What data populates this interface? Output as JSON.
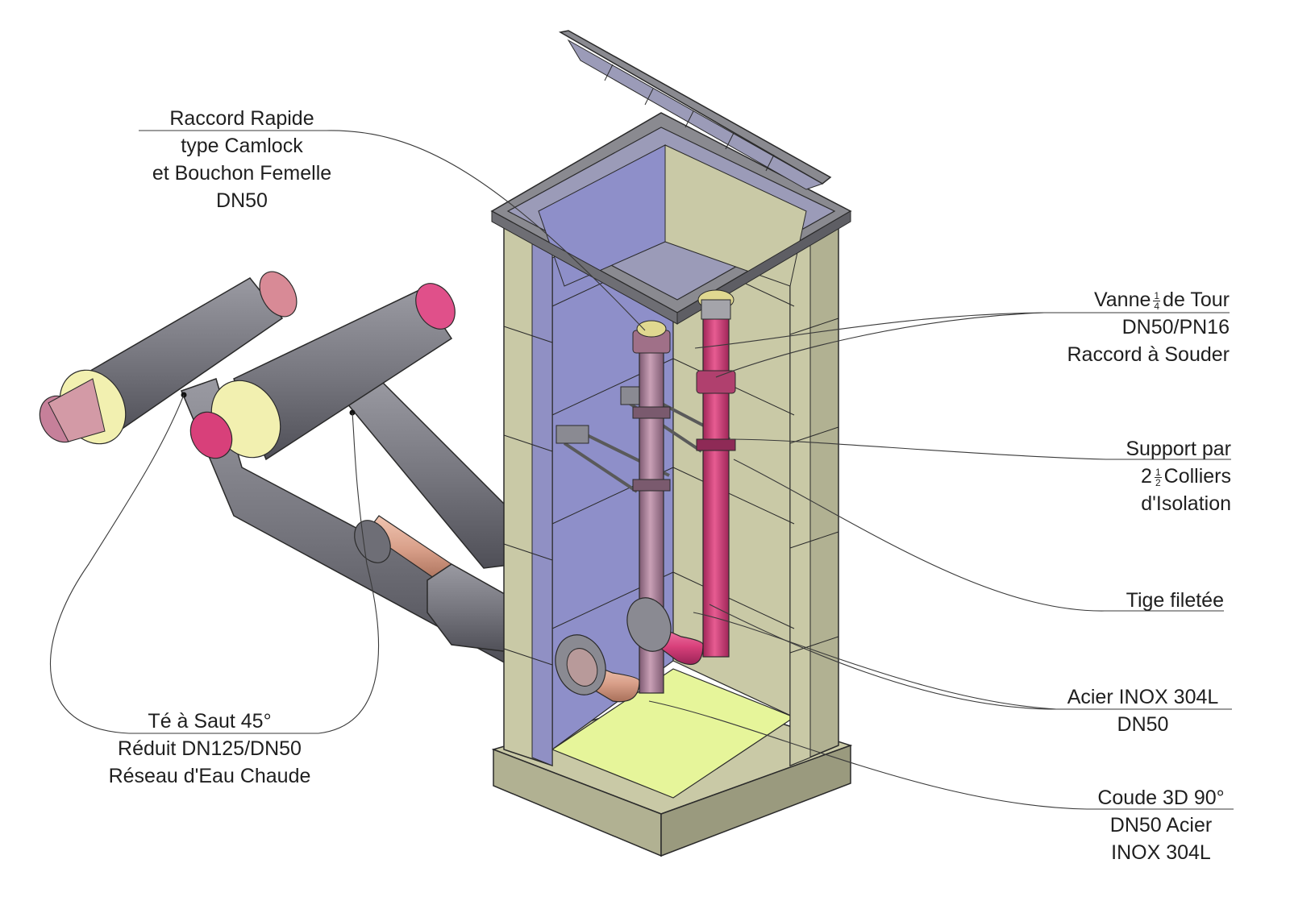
{
  "colors": {
    "chamber_wall": "#c9c9a6",
    "chamber_shadow": "#9a9a7e",
    "chamber_interior": "#8e8fc9",
    "chamber_floor": "#e6f59a",
    "insulation_jacket": "#7c7c84",
    "insulation_foam": "#f2f0b0",
    "pipe_copper": "#d9a08a",
    "pipe_hot": "#d8407a",
    "pipe_inox": "#b98aa3",
    "leader_line": "#3a3a3a"
  },
  "labels": {
    "raccord_rapide": {
      "lines": [
        "Raccord Rapide",
        "type Camlock",
        "et Bouchon Femelle",
        "DN50"
      ]
    },
    "vanne": {
      "line1_before": "Vanne",
      "frac_num": "1",
      "frac_den": "4",
      "line1_after": "de Tour",
      "line2": "DN50/PN16",
      "line3": "Raccord à Souder"
    },
    "support": {
      "line1": "Support par",
      "line2_before": "2",
      "frac_num": "1",
      "frac_den": "2",
      "line2_after": "Colliers",
      "line3": "d'Isolation"
    },
    "tige": {
      "lines": [
        "Tige filetée"
      ]
    },
    "acier": {
      "lines": [
        "Acier INOX 304L",
        "DN50"
      ]
    },
    "coude": {
      "lines": [
        "Coude 3D 90°",
        "DN50 Acier",
        "INOX 304L"
      ]
    },
    "te": {
      "lines": [
        "Té à Saut 45°",
        "Réduit DN125/DN50",
        "Réseau d'Eau Chaude"
      ]
    }
  }
}
